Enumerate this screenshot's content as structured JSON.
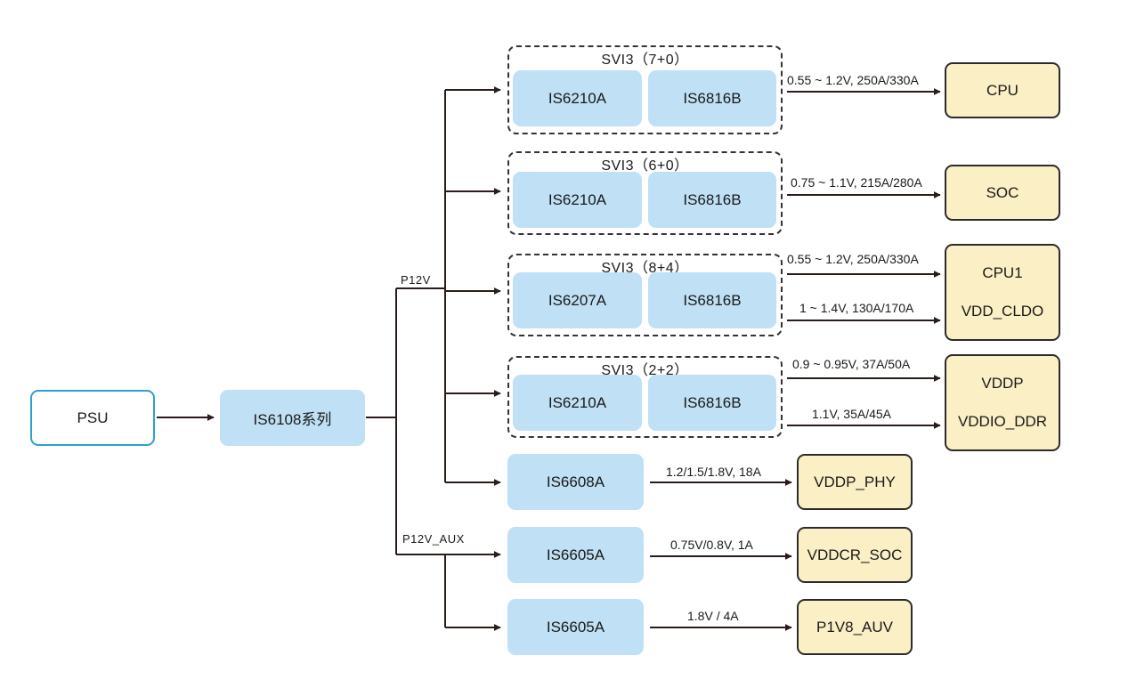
{
  "source": {
    "label": "PSU"
  },
  "controller": {
    "label": "IS6108系列"
  },
  "rails": {
    "main": "P12V",
    "aux": "P12V_AUX"
  },
  "groups": [
    {
      "title": "SVI3（7+0）",
      "ic1": "IS6210A",
      "ic2": "IS6816B",
      "outputs": [
        {
          "spec": "0.55 ~ 1.2V, 250A/330A",
          "load": "CPU"
        }
      ]
    },
    {
      "title": "SVI3（6+0）",
      "ic1": "IS6210A",
      "ic2": "IS6816B",
      "outputs": [
        {
          "spec": "0.75 ~ 1.1V, 215A/280A",
          "load": "SOC"
        }
      ]
    },
    {
      "title": "SVI3（8+4）",
      "ic1": "IS6207A",
      "ic2": "IS6816B",
      "outputs": [
        {
          "spec": "0.55 ~ 1.2V, 250A/330A",
          "load": "CPU1"
        },
        {
          "spec": "1 ~ 1.4V, 130A/170A",
          "load": "VDD_CLDO"
        }
      ]
    },
    {
      "title": "SVI3（2+2）",
      "ic1": "IS6210A",
      "ic2": "IS6816B",
      "outputs": [
        {
          "spec": "0.9 ~ 0.95V, 37A/50A",
          "load": "VDDP"
        },
        {
          "spec": "1.1V, 35A/45A",
          "load": "VDDIO_DDR"
        }
      ]
    }
  ],
  "singles": [
    {
      "ic": "IS6608A",
      "spec": "1.2/1.5/1.8V, 18A",
      "load": "VDDP_PHY"
    },
    {
      "ic": "IS6605A",
      "spec": "0.75V/0.8V, 1A",
      "load": "VDDCR_SOC"
    },
    {
      "ic": "IS6605A",
      "spec": "1.8V / 4A",
      "load": "P1V8_AUV"
    }
  ]
}
